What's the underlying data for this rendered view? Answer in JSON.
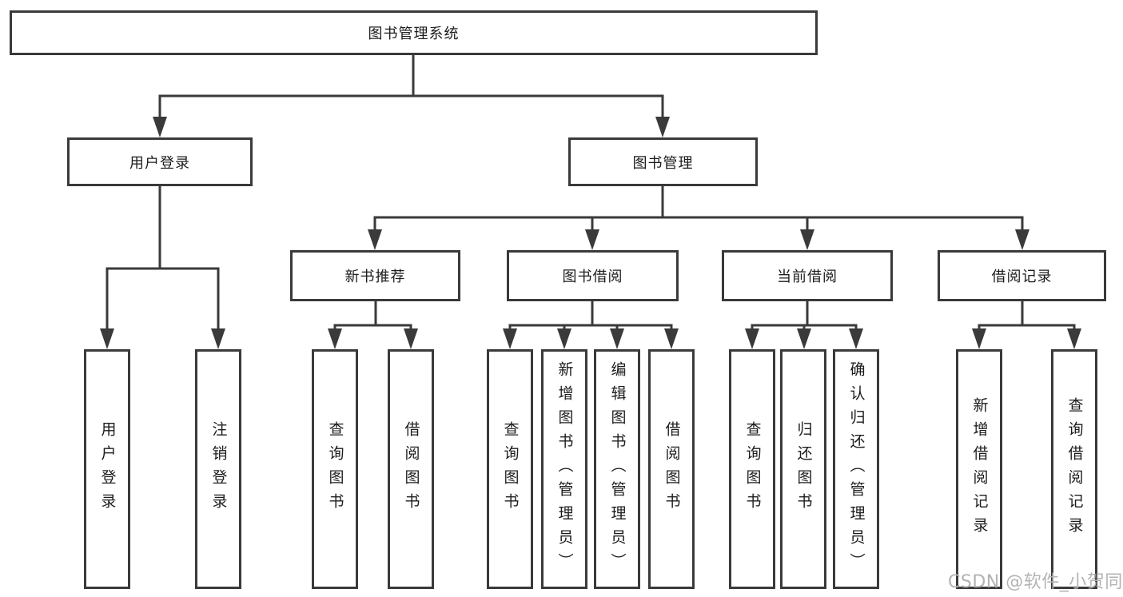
{
  "diagram": {
    "type": "hierarchy-tree",
    "title": "图书管理系统",
    "nodes": {
      "root": {
        "label": "图书管理系统"
      },
      "user_login": {
        "label": "用户登录"
      },
      "book_mgmt": {
        "label": "图书管理"
      },
      "new_book_rec": {
        "label": "新书推荐"
      },
      "book_borrow": {
        "label": "图书借阅"
      },
      "current_borrow": {
        "label": "当前借阅"
      },
      "borrow_records": {
        "label": "借阅记录"
      },
      "ul_user_login": {
        "label": "用户登录"
      },
      "ul_logout": {
        "label": "注销登录"
      },
      "rec_query_books": {
        "label": "查询图书"
      },
      "rec_borrow_books": {
        "label": "借阅图书"
      },
      "bb_query_books": {
        "label": "查询图书"
      },
      "bb_add_books": {
        "label": "新增图书（管理员）"
      },
      "bb_edit_books": {
        "label": "编辑图书（管理员）"
      },
      "bb_borrow_books": {
        "label": "借阅图书"
      },
      "cb_query_books": {
        "label": "查询图书"
      },
      "cb_return_books": {
        "label": "归还图书"
      },
      "cb_confirm_return": {
        "label": "确认归还（管理员）"
      },
      "br_add_record": {
        "label": "新增借阅记录"
      },
      "br_query_record": {
        "label": "查询借阅记录"
      }
    },
    "edges": [
      [
        "root",
        "user_login"
      ],
      [
        "root",
        "book_mgmt"
      ],
      [
        "user_login",
        "ul_user_login"
      ],
      [
        "user_login",
        "ul_logout"
      ],
      [
        "book_mgmt",
        "new_book_rec"
      ],
      [
        "book_mgmt",
        "book_borrow"
      ],
      [
        "book_mgmt",
        "current_borrow"
      ],
      [
        "book_mgmt",
        "borrow_records"
      ],
      [
        "new_book_rec",
        "rec_query_books"
      ],
      [
        "new_book_rec",
        "rec_borrow_books"
      ],
      [
        "book_borrow",
        "bb_query_books"
      ],
      [
        "book_borrow",
        "bb_add_books"
      ],
      [
        "book_borrow",
        "bb_edit_books"
      ],
      [
        "book_borrow",
        "bb_borrow_books"
      ],
      [
        "current_borrow",
        "cb_query_books"
      ],
      [
        "current_borrow",
        "cb_return_books"
      ],
      [
        "current_borrow",
        "cb_confirm_return"
      ],
      [
        "borrow_records",
        "br_add_record"
      ],
      [
        "borrow_records",
        "br_query_record"
      ]
    ],
    "colors": {
      "line": "#3a3a3a",
      "box_border": "#3a3a3a",
      "text": "#1c1c1c",
      "background": "#ffffff",
      "watermark": "#b3b3b3"
    }
  },
  "watermark": {
    "text": "CSDN @软件_小贺同学"
  }
}
